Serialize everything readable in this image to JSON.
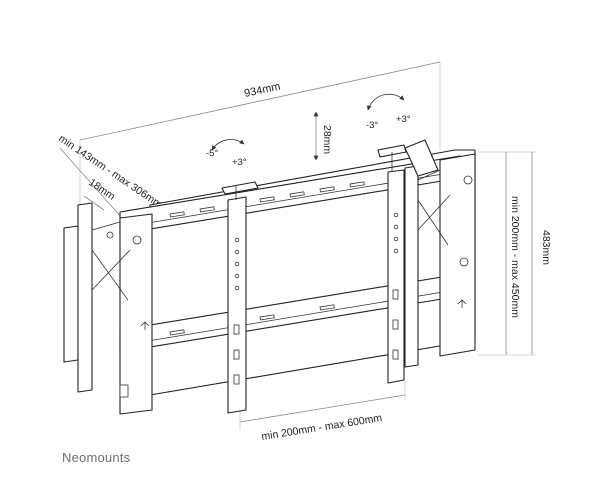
{
  "dimensions": {
    "width_total": "934mm",
    "height_total": "483mm",
    "depth_range": "min 143mm - max 306mm",
    "gap": "18mm",
    "vertical_travel": "28mm",
    "horizontal_spacing": "min 200mm - max 600mm",
    "vertical_spacing": "min 200mm - max 450mm"
  },
  "tilt_left": {
    "minus": "-5°",
    "plus": "+3°"
  },
  "tilt_right": {
    "minus": "-3°",
    "plus": "+3°"
  },
  "brand": "Neomounts",
  "colors": {
    "line": "#222222",
    "dimension": "#8a8a8a",
    "brand": "#6f6f6f"
  }
}
